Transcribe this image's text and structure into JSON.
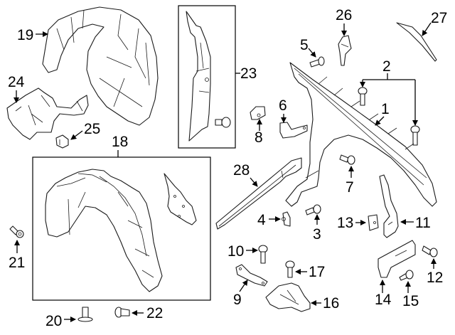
{
  "colors": {
    "line": "#1a1a1a",
    "background": "#ffffff"
  },
  "callouts": {
    "c1": "1",
    "c2": "2",
    "c3": "3",
    "c4": "4",
    "c5": "5",
    "c6": "6",
    "c7": "7",
    "c8": "8",
    "c9": "9",
    "c10": "10",
    "c11": "11",
    "c12": "12",
    "c13": "13",
    "c14": "14",
    "c15": "15",
    "c16": "16",
    "c17": "17",
    "c18": "18",
    "c19": "19",
    "c20": "20",
    "c21": "21",
    "c22": "22",
    "c23": "23",
    "c24": "24",
    "c25": "25",
    "c26": "26",
    "c27": "27",
    "c28": "28"
  },
  "parts": [
    {
      "callout": "1",
      "name": "fender"
    },
    {
      "callout": "2",
      "name": "fender-bolt"
    },
    {
      "callout": "3",
      "name": "bolt"
    },
    {
      "callout": "4",
      "name": "clip-nut"
    },
    {
      "callout": "5",
      "name": "bolt"
    },
    {
      "callout": "6",
      "name": "bracket"
    },
    {
      "callout": "7",
      "name": "bolt"
    },
    {
      "callout": "8",
      "name": "clip-nut"
    },
    {
      "callout": "9",
      "name": "bracket"
    },
    {
      "callout": "10",
      "name": "bolt"
    },
    {
      "callout": "11",
      "name": "bracket"
    },
    {
      "callout": "12",
      "name": "bolt"
    },
    {
      "callout": "13",
      "name": "clip-nut"
    },
    {
      "callout": "14",
      "name": "bracket"
    },
    {
      "callout": "15",
      "name": "bolt"
    },
    {
      "callout": "16",
      "name": "bracket"
    },
    {
      "callout": "17",
      "name": "bolt"
    },
    {
      "callout": "18",
      "name": "fender-liner-assembly"
    },
    {
      "callout": "19",
      "name": "fender-liner"
    },
    {
      "callout": "20",
      "name": "push-pin"
    },
    {
      "callout": "21",
      "name": "screw"
    },
    {
      "callout": "22",
      "name": "screw"
    },
    {
      "callout": "23",
      "name": "seal-assembly"
    },
    {
      "callout": "24",
      "name": "splash-shield"
    },
    {
      "callout": "25",
      "name": "clip"
    },
    {
      "callout": "26",
      "name": "bracket"
    },
    {
      "callout": "27",
      "name": "molding"
    },
    {
      "callout": "28",
      "name": "reinforcement"
    }
  ]
}
